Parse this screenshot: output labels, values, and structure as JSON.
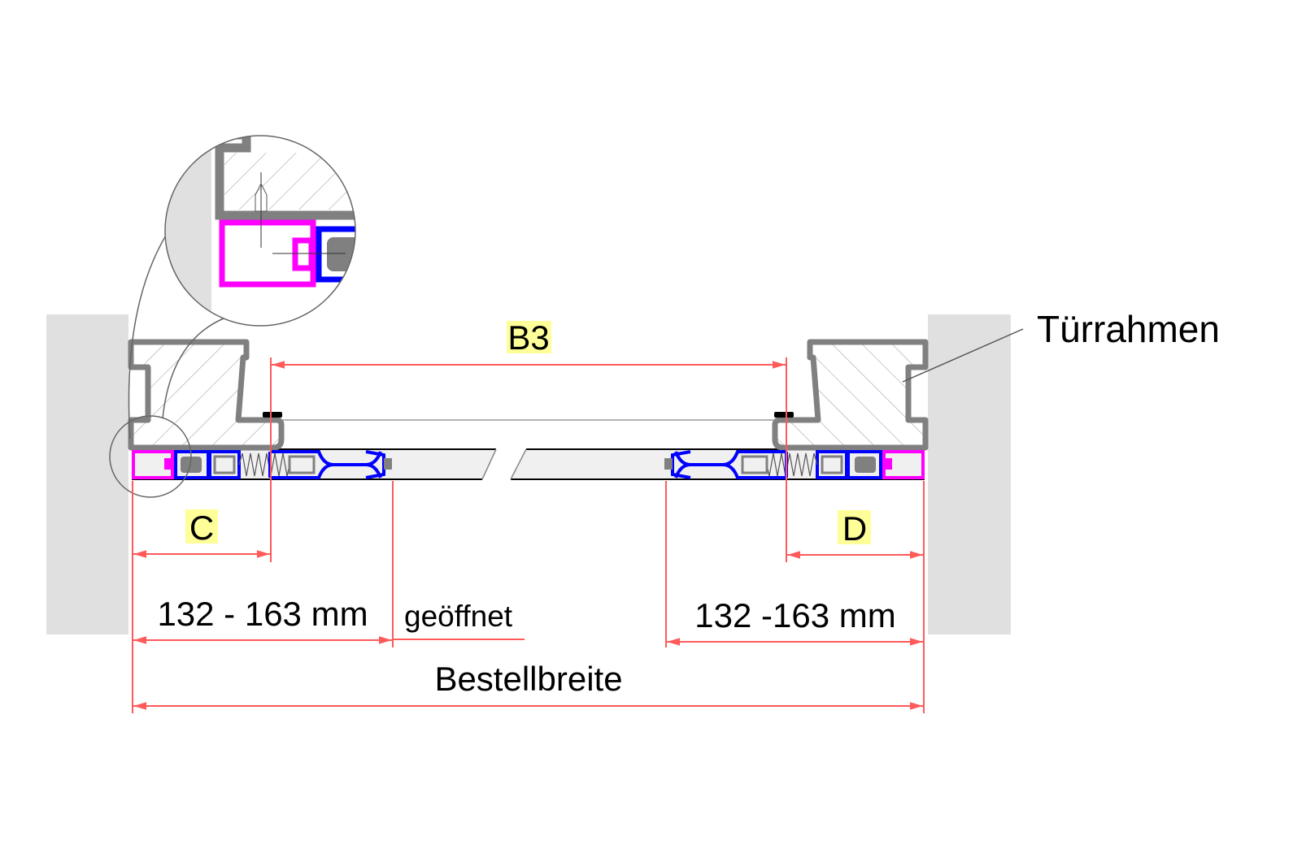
{
  "labels": {
    "b3": "B3",
    "frame": "Türrahmen",
    "c": "C",
    "d": "D",
    "left_range": "132 - 163 mm",
    "opened": "geöffnet",
    "right_range": "132 -163 mm",
    "order_width": "Bestellbreite"
  },
  "colors": {
    "dimension": "#ff5a5a",
    "label_highlight": "#ffff99",
    "wall": "#e0e0e0",
    "frame_outline": "#808080",
    "profile_blue": "#0000ff",
    "profile_magenta": "#ff00ff"
  }
}
